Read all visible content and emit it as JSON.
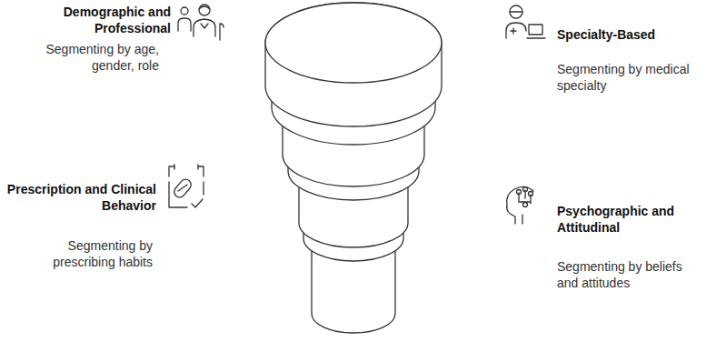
{
  "diagram": {
    "labels": [
      "Demographic and Professional",
      "Segmenting by age, gender, role",
      "Specialty-Based",
      "Segmenting by medical specialty",
      "Prescription and Clinical Behavior",
      "Segmenting by prescribing habits",
      "Psychographic and Attitudinal",
      "Segmenting by beliefs and attitudes"
    ]
  }
}
